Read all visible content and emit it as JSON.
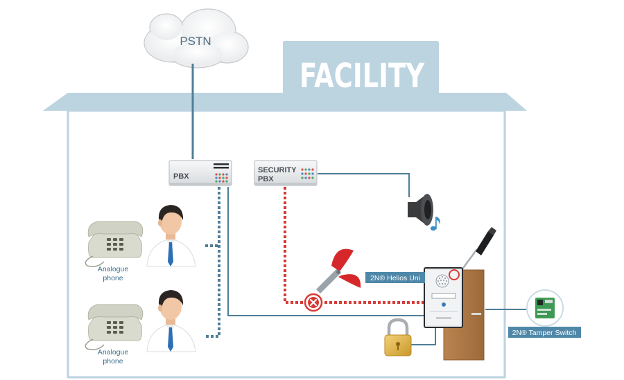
{
  "cloud": {
    "label": "PSTN"
  },
  "building": {
    "title": "FACILITY"
  },
  "devices": {
    "pbx": {
      "label": "PBX"
    },
    "security_pbx": {
      "line1": "SECURITY",
      "line2": "PBX"
    }
  },
  "phones": [
    {
      "line1": "Analogue",
      "line2": "phone"
    },
    {
      "line1": "Analogue",
      "line2": "phone"
    }
  ],
  "tags": {
    "helios": "2N® Helios Uni",
    "tamper": "2N® Tamper Switch"
  },
  "colors": {
    "building": "#bcd3e0",
    "wire_blue": "#4f7e98",
    "wire_red": "#d63a36",
    "tag_bg": "#4f87a8"
  }
}
